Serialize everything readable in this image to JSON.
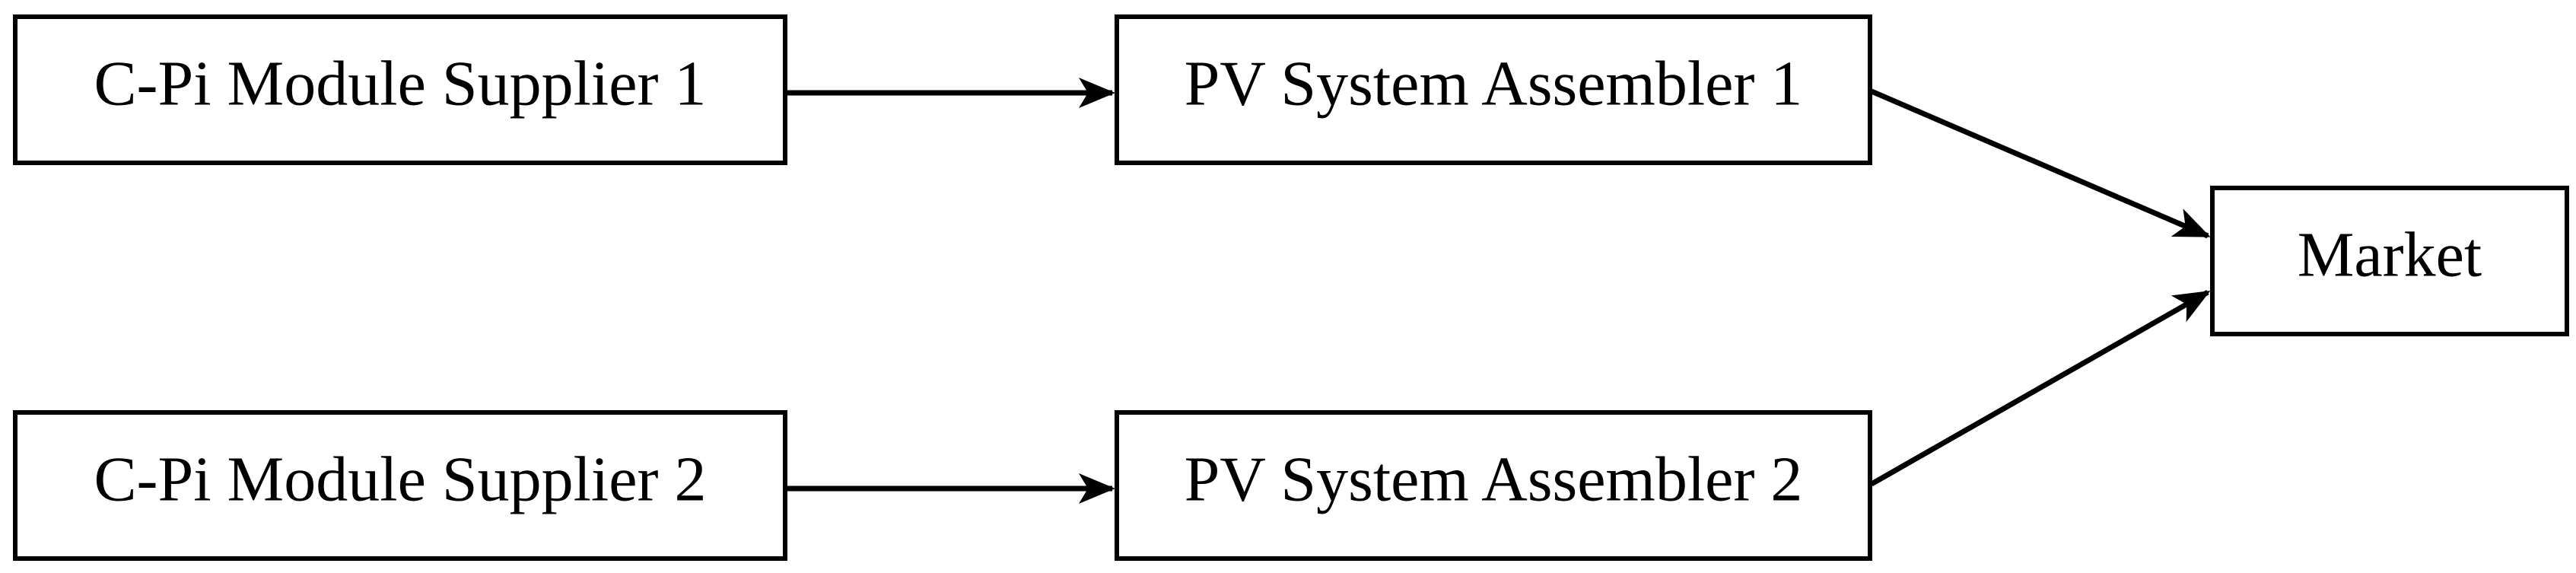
{
  "nodes": {
    "supplier1": {
      "label": "C-Pi Module Supplier 1"
    },
    "supplier2": {
      "label": "C-Pi Module Supplier 2"
    },
    "assembler1": {
      "label": "PV System Assembler 1"
    },
    "assembler2": {
      "label": "PV System Assembler 2"
    },
    "market": {
      "label": "Market"
    }
  },
  "edges": [
    {
      "from": "supplier1",
      "to": "assembler1"
    },
    {
      "from": "supplier2",
      "to": "assembler2"
    },
    {
      "from": "assembler1",
      "to": "market"
    },
    {
      "from": "assembler2",
      "to": "market"
    }
  ],
  "colors": {
    "stroke": "#000000",
    "background": "#ffffff"
  }
}
